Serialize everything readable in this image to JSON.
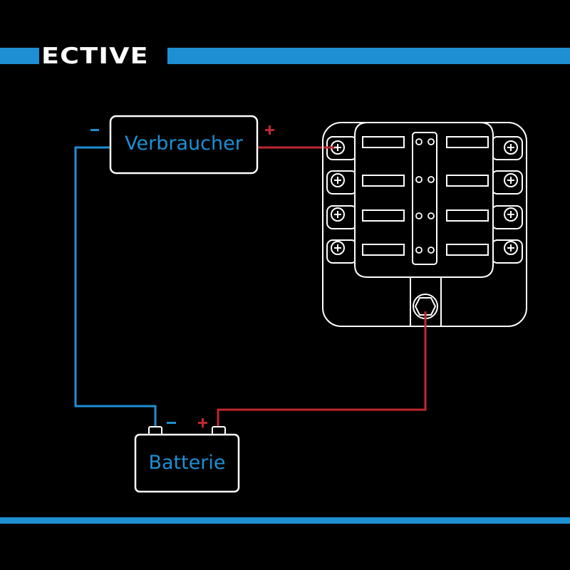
{
  "brand": {
    "logo_text": "ECTIVE",
    "accent_color": "#1e8fd3"
  },
  "diagram": {
    "title": "Fuse box wiring diagram",
    "components": {
      "load": {
        "label": "Verbraucher",
        "negative_sign": "−",
        "positive_sign": "+"
      },
      "battery": {
        "label": "Batterie",
        "negative_sign": "−",
        "positive_sign": "+"
      },
      "fuse_box": {
        "fuse_slots": 8,
        "terminals": 8
      }
    },
    "wires": [
      {
        "name": "negative",
        "from": "Batterie −",
        "to": "Verbraucher −",
        "color": "#1e8fd3"
      },
      {
        "name": "positive-supply",
        "from": "Batterie +",
        "to": "fuse box input stud",
        "color": "#c0282f"
      },
      {
        "name": "positive-load",
        "from": "fuse box terminal 1",
        "to": "Verbraucher +",
        "color": "#c0282f"
      }
    ],
    "colors": {
      "negative": "#1e8fd3",
      "positive": "#c0282f",
      "outline": "#ffffff"
    }
  }
}
